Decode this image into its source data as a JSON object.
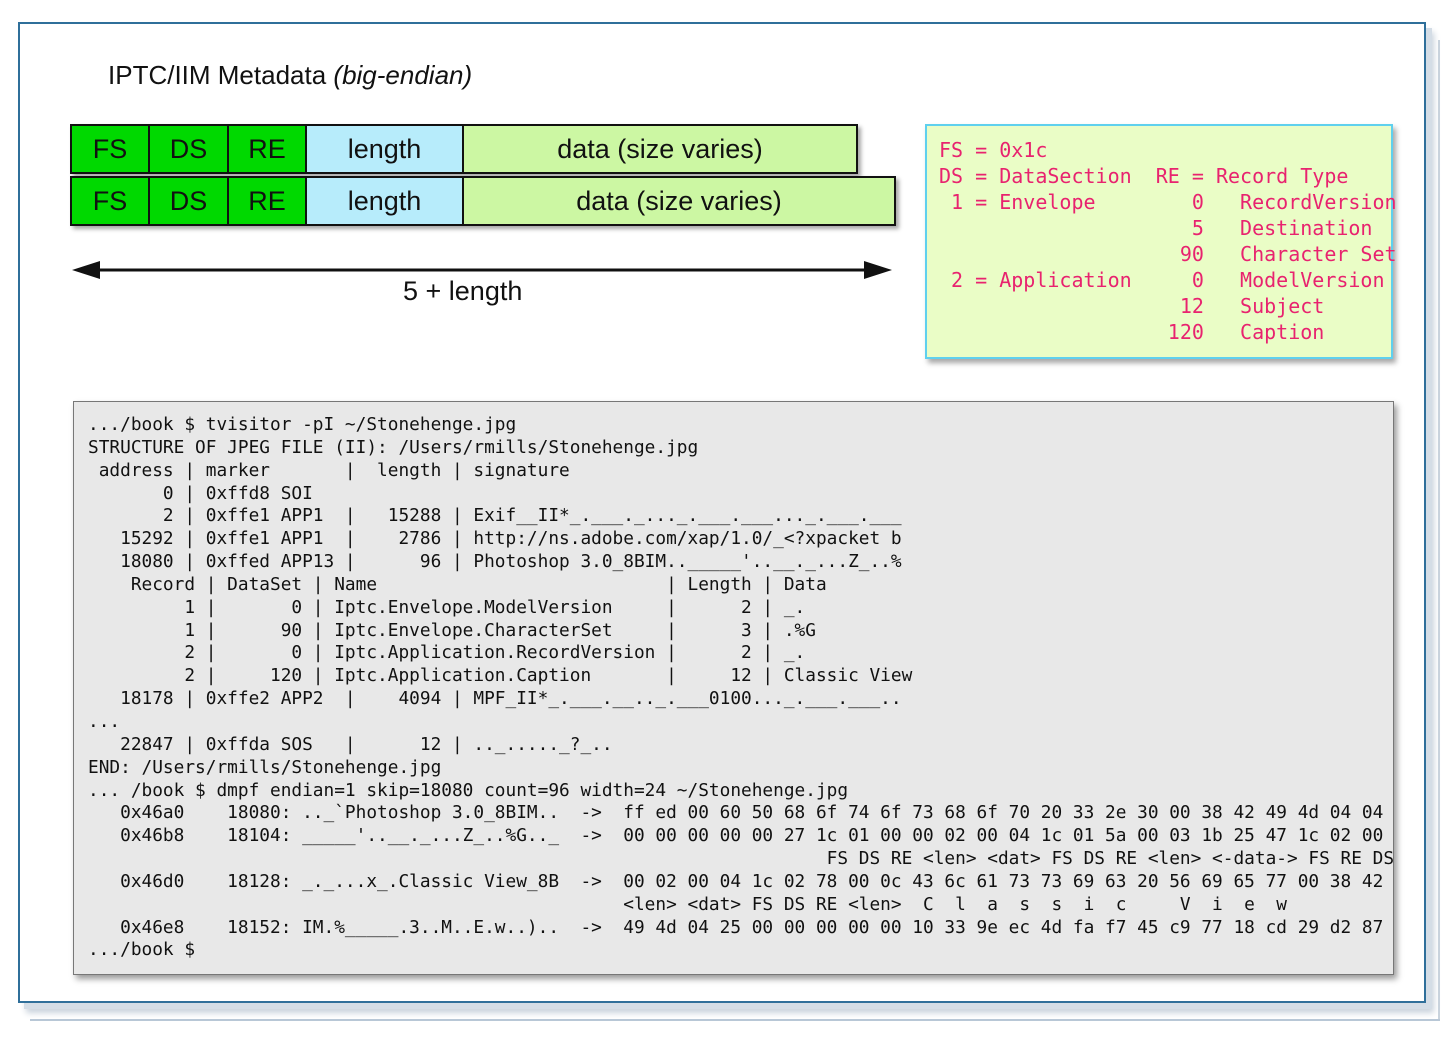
{
  "title": {
    "main": "IPTC/IIM Metadata ",
    "emphasis": "(big-endian)"
  },
  "records": [
    {
      "fs": "FS",
      "ds": "DS",
      "re": "RE",
      "length": "length",
      "data": "data (size varies)"
    },
    {
      "fs": "FS",
      "ds": "DS",
      "re": "RE",
      "length": "length",
      "data": "data (size varies)"
    }
  ],
  "span_label": "5 + length",
  "legend_lines": [
    "FS = 0x1c",
    "DS = DataSection  RE = Record Type",
    " 1 = Envelope        0   RecordVersion",
    "                     5   Destination",
    "                    90   Character Set",
    " 2 = Application     0   ModelVersion",
    "                    12   Subject",
    "                   120   Caption"
  ],
  "terminal_lines": [
    ".../book $ tvisitor -pI ~/Stonehenge.jpg",
    "STRUCTURE OF JPEG FILE (II): /Users/rmills/Stonehenge.jpg",
    " address | marker       |  length | signature",
    "       0 | 0xffd8 SOI",
    "       2 | 0xffe1 APP1  |   15288 | Exif__II*_.___._..._.___.___..._.___.___",
    "   15292 | 0xffe1 APP1  |    2786 | http://ns.adobe.com/xap/1.0/_<?xpacket b",
    "   18080 | 0xffed APP13 |      96 | Photoshop 3.0_8BIM.._____'..__._...Z_..%",
    "    Record | DataSet | Name                           | Length | Data",
    "         1 |       0 | Iptc.Envelope.ModelVersion     |      2 | _.",
    "         1 |      90 | Iptc.Envelope.CharacterSet     |      3 | .%G",
    "         2 |       0 | Iptc.Application.RecordVersion |      2 | _.",
    "         2 |     120 | Iptc.Application.Caption       |     12 | Classic View",
    "   18178 | 0xffe2 APP2  |    4094 | MPF_II*_.___.__.._.___0100..._.___.___..",
    "...",
    "   22847 | 0xffda SOS   |      12 | .._....._?_..",
    "END: /Users/rmills/Stonehenge.jpg",
    "... /book $ dmpf endian=1 skip=18080 count=96 width=24 ~/Stonehenge.jpg",
    "   0x46a0    18080: .._`Photoshop 3.0_8BIM..  ->  ff ed 00 60 50 68 6f 74 6f 73 68 6f 70 20 33 2e 30 00 38 42 49 4d 04 04",
    "   0x46b8    18104: _____'..__._...Z_..%G.._  ->  00 00 00 00 00 27 1c 01 00 00 02 00 04 1c 01 5a 00 03 1b 25 47 1c 02 00",
    "                                                                     FS DS RE <len> <dat> FS DS RE <len> <-data-> FS RE DS",
    "   0x46d0    18128: _._...x_.Classic View_8B  ->  00 02 00 04 1c 02 78 00 0c 43 6c 61 73 73 69 63 20 56 69 65 77 00 38 42",
    "                                                  <len> <dat> FS DS RE <len>  C  l  a  s  s  i  c     V  i  e  w",
    "   0x46e8    18152: IM.%_____.3..M..E.w..)..  ->  49 4d 04 25 00 00 00 00 00 10 33 9e ec 4d fa f7 45 c9 77 18 cd 29 d2 87",
    ".../book $"
  ]
}
